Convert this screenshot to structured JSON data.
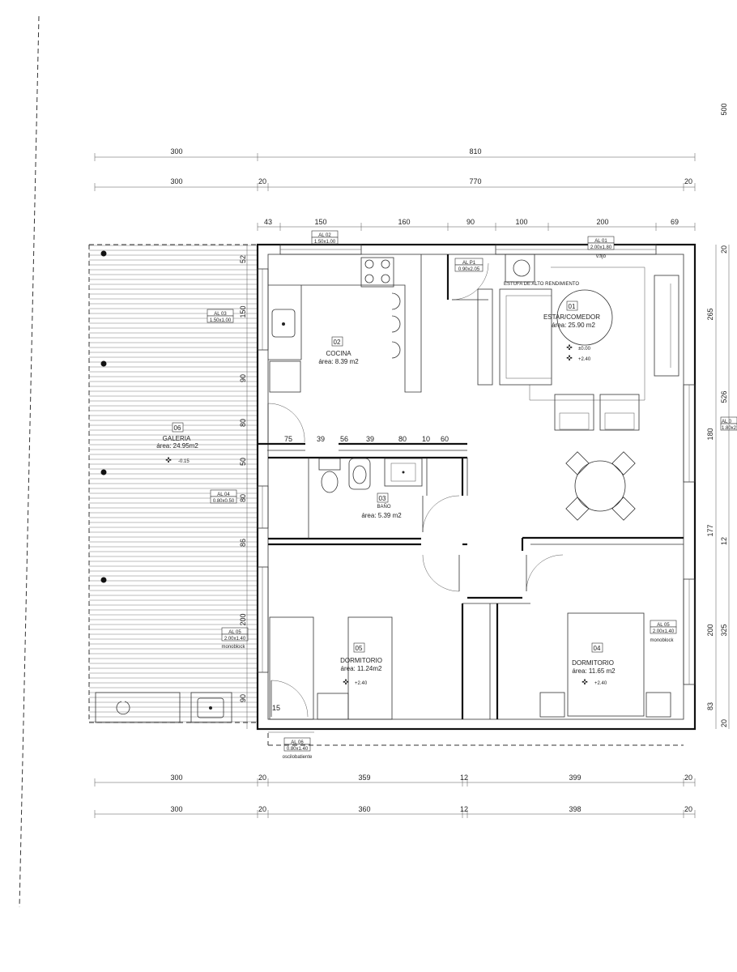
{
  "rooms": {
    "estar": {
      "code": "01",
      "name": "ESTAR/COMEDOR",
      "area": "área: 25.90 m2",
      "levels": [
        "±0.00",
        "+2.40"
      ]
    },
    "cocina": {
      "code": "02",
      "name": "COCINA",
      "area": "área: 8.39 m2"
    },
    "bano": {
      "code": "03",
      "name": "BAÑO",
      "area": "área: 5.39 m2"
    },
    "dorm04": {
      "code": "04",
      "name": "DORMITORIO",
      "area": "área: 11.65 m2",
      "level": "+2.40"
    },
    "dorm05": {
      "code": "05",
      "name": "DORMITORIO",
      "area": "área: 11.24m2",
      "level": "+2.40"
    },
    "galeria": {
      "code": "06",
      "name": "GALERIA",
      "area": "área: 24.95m2",
      "level": "-0.15"
    }
  },
  "openings": {
    "al01": {
      "code": "AL 01",
      "size": "2.00x1.80",
      "note": "v.fijo"
    },
    "al02": {
      "code": "AL 02",
      "size": "1.50x1.00"
    },
    "al03": {
      "code": "AL 03",
      "size": "1.50x1.00"
    },
    "al04": {
      "code": "AL 04",
      "size": "0.80x0.50"
    },
    "al05a": {
      "code": "AL 05",
      "size": "2.00x1.40",
      "note": "monoblock"
    },
    "al05b": {
      "code": "AL 05",
      "size": "2.00x1.40",
      "note": "monoblock"
    },
    "al06": {
      "code": "AL 06",
      "size": "0.80x1.40",
      "note": "oscilobatiente"
    },
    "p1": {
      "code": "AL P1",
      "size": "0.90x2.05"
    },
    "right_cut": {
      "code": "AL 0",
      "size": "1.80x2"
    }
  },
  "notes": {
    "estufa": "ESTUFA DE ALTO RENDIMIENTO"
  },
  "dimensions": {
    "top1": [
      "300",
      "810"
    ],
    "top2": [
      "300",
      "20",
      "770",
      "20"
    ],
    "top3": [
      "43",
      "150",
      "160",
      "90",
      "100",
      "200",
      "69"
    ],
    "inner": [
      "75",
      "39",
      "56",
      "39",
      "80",
      "10",
      "60"
    ],
    "left": [
      "52",
      "150",
      "90",
      "80",
      "50",
      "80",
      "86",
      "200",
      "90",
      "15"
    ],
    "right_outer": [
      "500",
      "20",
      "265",
      "526",
      "180",
      "12",
      "177",
      "325",
      "200",
      "83",
      "20"
    ],
    "bottom1": [
      "300",
      "20",
      "359",
      "12",
      "399",
      "20"
    ],
    "bottom2": [
      "300",
      "20",
      "360",
      "12",
      "398",
      "20"
    ]
  }
}
